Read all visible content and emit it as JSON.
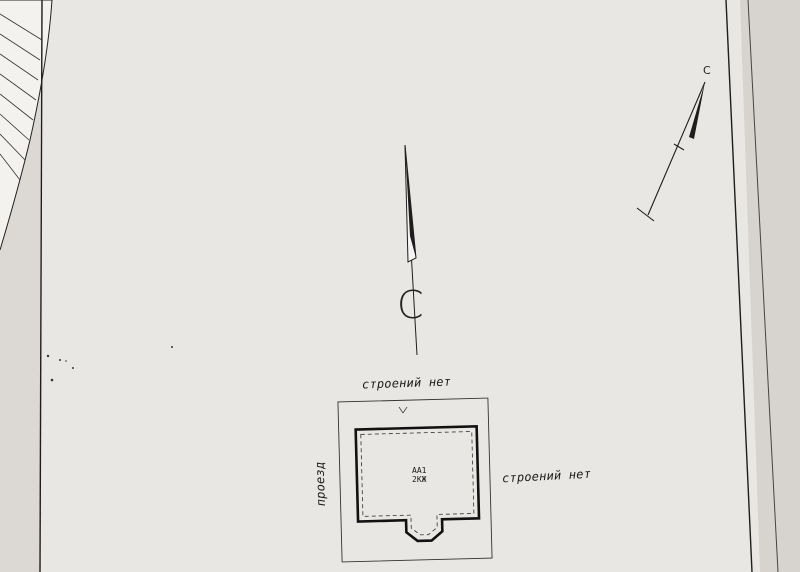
{
  "plan": {
    "north_letter": "С",
    "north_letter_small": "С",
    "label_top": "строений нет",
    "label_right": "строений нет",
    "label_left": "проезд",
    "building_code_line1": "АА1",
    "building_code_line2": "2КЖ"
  },
  "colors": {
    "background": "#b7b2ae",
    "paper": "#eceae6",
    "ink": "#1b1b1b"
  }
}
